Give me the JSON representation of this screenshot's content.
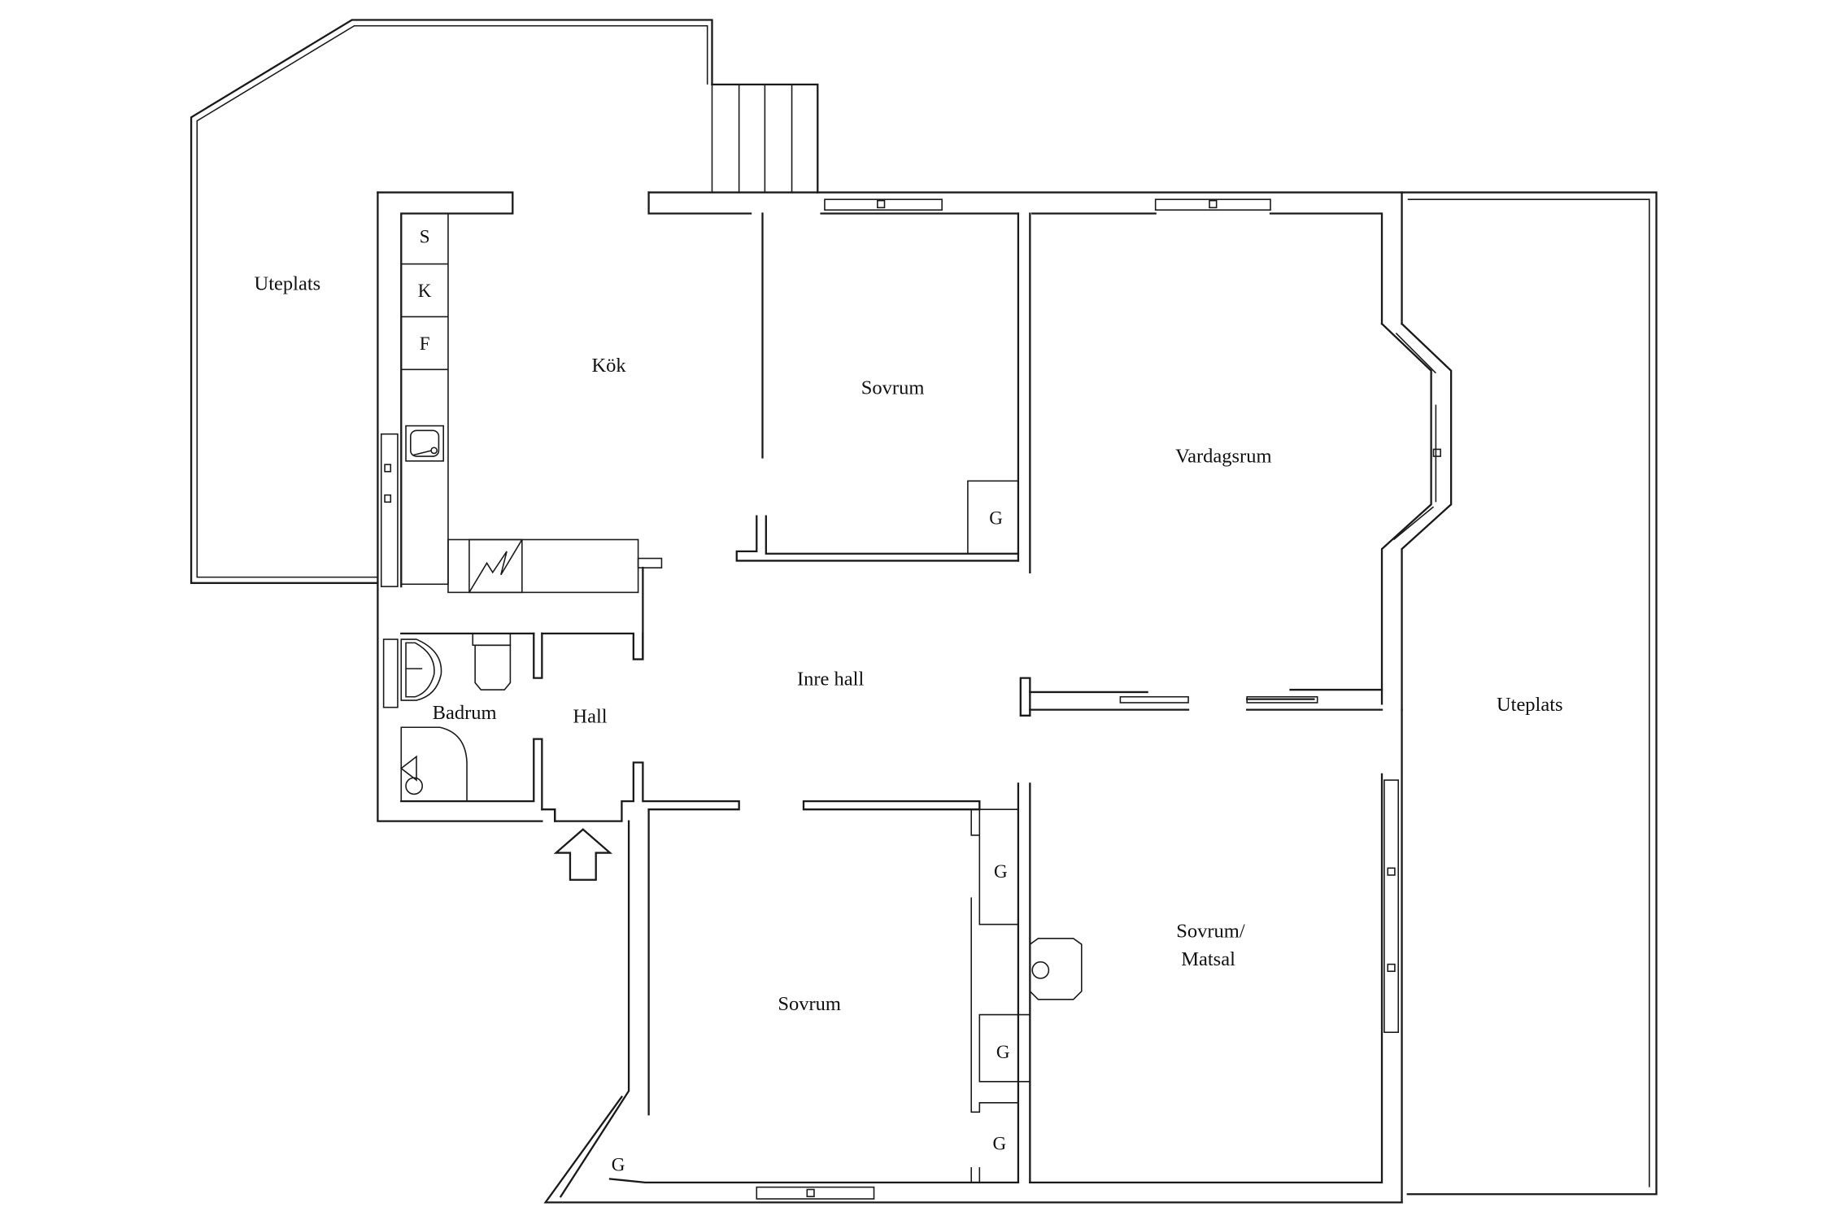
{
  "rooms": {
    "uteplats_left": "Uteplats",
    "kok": "Kök",
    "sovrum_top": "Sovrum",
    "vardagsrum": "Vardagsrum",
    "uteplats_right": "Uteplats",
    "badrum": "Badrum",
    "hall": "Hall",
    "inre_hall": "Inre hall",
    "sovrum_bottom": "Sovrum",
    "sovrum_matsal_line1": "Sovrum/",
    "sovrum_matsal_line2": "Matsal"
  },
  "appliances": {
    "s": "S",
    "k": "K",
    "f": "F"
  },
  "closets": {
    "label": "G",
    "top_sovrum": "G",
    "bottom_upper": "G",
    "bottom_middle": "G",
    "bottom_lower": "G",
    "bottom_corner": "G"
  },
  "icons": {
    "entrance": "entrance-arrow-icon",
    "sink": "kitchen-sink-icon",
    "stove": "fireplace-icon",
    "toilet": "toilet-icon",
    "washbasin": "washbasin-icon",
    "shower": "shower-icon"
  },
  "colors": {
    "line": "#1a1a1a",
    "background": "#ffffff"
  }
}
